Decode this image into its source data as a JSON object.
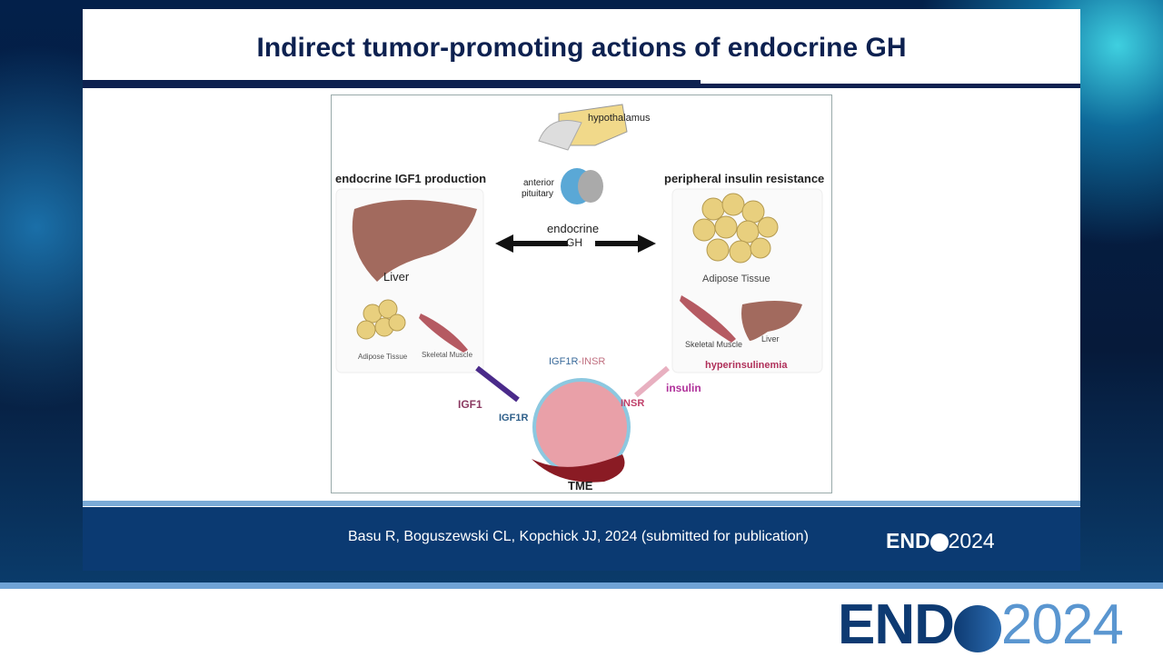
{
  "slide": {
    "title": "Indirect tumor-promoting actions of endocrine GH",
    "citation": "Basu R, Boguszewski CL, Kopchick JJ, 2024 (submitted for publication)",
    "footer_logo": {
      "word": "END",
      "year": "2024"
    }
  },
  "figure": {
    "hypothalamus": "hypothalamus",
    "anterior_pituitary_1": "anterior",
    "anterior_pituitary_2": "pituitary",
    "endocrine_gh_1": "endocrine",
    "endocrine_gh_2": "GH",
    "left_heading": "endocrine IGF1 production",
    "right_heading": "peripheral insulin resistance",
    "liver_left": "Liver",
    "adipose_left": "Adipose Tissue",
    "muscle_left": "Skeletal Muscle",
    "adipose_right": "Adipose Tissue",
    "muscle_right": "Skeletal Muscle",
    "liver_right": "Liver",
    "hyperinsulinemia": "hyperinsulinemia",
    "igf1r_insr_a": "IGF1R",
    "igf1r_insr_b": "-INSR",
    "igf1": "IGF1",
    "igf1r": "IGF1R",
    "insr": "INSR",
    "insulin": "insulin",
    "tme": "TME"
  },
  "bottom_logo": {
    "word": "END",
    "year": "2024"
  }
}
